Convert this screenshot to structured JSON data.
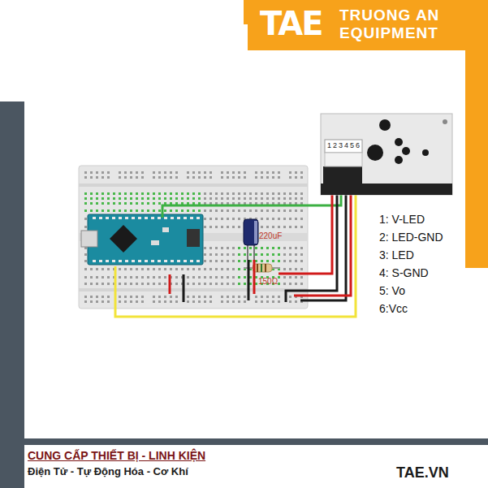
{
  "diagram": {
    "labels": [
      "TAE",
      "TRUONG AN EQUIPMENT",
      "220uF",
      "150Ω",
      "1",
      "2",
      "3",
      "4",
      "5",
      "6",
      "1: V-LED",
      "2: LED-GND",
      "3: LED",
      "4: S-GND",
      "5: Vo",
      "6:Vcc",
      "CUNG CẤP THIẾT BỊ - LINH KIỆN",
      "Điện Tử - Tự Động Hóa - Cơ Khí",
      "TAE.VN"
    ]
  }
}
